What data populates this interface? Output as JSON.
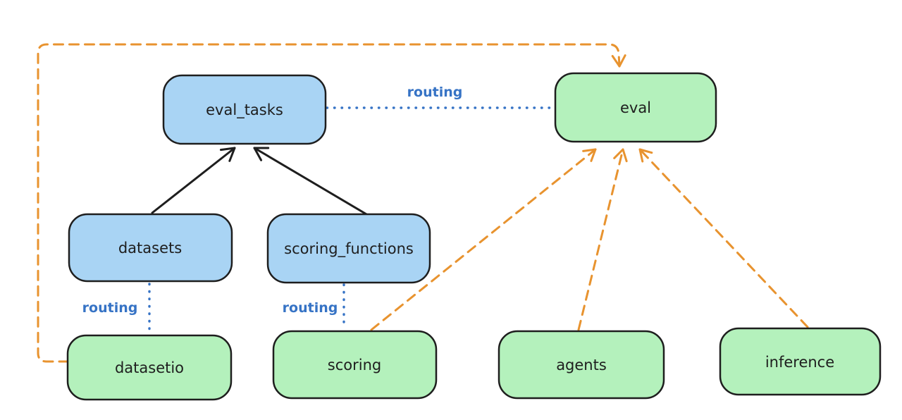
{
  "canvas": {
    "background": "#ffffff"
  },
  "colors": {
    "node_border": "#1e1e1e",
    "node_text": "#1e1e1e",
    "api_node_fill": "#a9d4f4",
    "provider_node_fill": "#b4f1bc",
    "routing_color": "#3673c5",
    "provider_edge_color": "#e8932f",
    "dependency_edge_color": "#1e1e1e"
  },
  "nodes": {
    "eval_tasks": {
      "label": "eval_tasks",
      "kind": "api"
    },
    "eval": {
      "label": "eval",
      "kind": "provider"
    },
    "datasets": {
      "label": "datasets",
      "kind": "api"
    },
    "scoring_functions": {
      "label": "scoring_functions",
      "kind": "api"
    },
    "datasetio": {
      "label": "datasetio",
      "kind": "provider"
    },
    "scoring": {
      "label": "scoring",
      "kind": "provider"
    },
    "agents": {
      "label": "agents",
      "kind": "provider"
    },
    "inference": {
      "label": "inference",
      "kind": "provider"
    }
  },
  "edges": {
    "eval_tasks_to_eval": {
      "label": "routing",
      "style": "dotted-blue"
    },
    "datasets_to_datasetio": {
      "label": "routing",
      "style": "dotted-blue"
    },
    "scoring_functions_to_scoring": {
      "label": "routing",
      "style": "dotted-blue"
    },
    "datasets_to_eval_tasks": {
      "style": "solid-black-arrow"
    },
    "scoring_functions_to_eval_tasks": {
      "style": "solid-black-arrow"
    },
    "datasetio_to_eval": {
      "style": "dashed-orange-arrow"
    },
    "scoring_to_eval": {
      "style": "dashed-orange-arrow"
    },
    "agents_to_eval": {
      "style": "dashed-orange-arrow"
    },
    "inference_to_eval": {
      "style": "dashed-orange-arrow"
    }
  }
}
